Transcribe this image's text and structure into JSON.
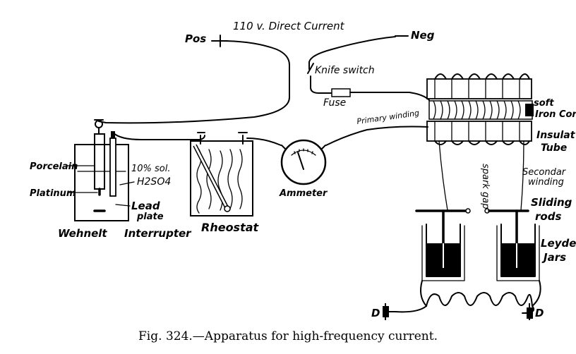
{
  "title": "110 v. Direct Current",
  "caption": "Fig. 324.—Apparatus for high-frequency current.",
  "labels": {
    "pos": "Pos",
    "neg": "Neg",
    "knife_switch": "Knife switch",
    "fuse": "Fuse",
    "primary_winding": "Primary winding",
    "soft_iron_core": [
      "soft",
      "Iron Core"
    ],
    "insulated_tube": [
      "Insulat",
      "Tube"
    ],
    "porcelain": "Porcelain",
    "platinum": "Platinum",
    "solution": [
      "10% sol.",
      "H2SO4"
    ],
    "lead_plate": [
      "Lead",
      "plate"
    ],
    "wehnelt": "Wehnelt",
    "interrupter": "Interrupter",
    "rheostat": "Rheostat",
    "ammeter": "Ammeter",
    "spark_gap": "spark gap",
    "secondary_winding": [
      "Secondar",
      "winding"
    ],
    "sliding_rods": [
      "Sliding",
      "rods"
    ],
    "leyden_jars": [
      "Leyder",
      "Jars"
    ],
    "terminal_left": "D",
    "terminal_right": "D"
  }
}
